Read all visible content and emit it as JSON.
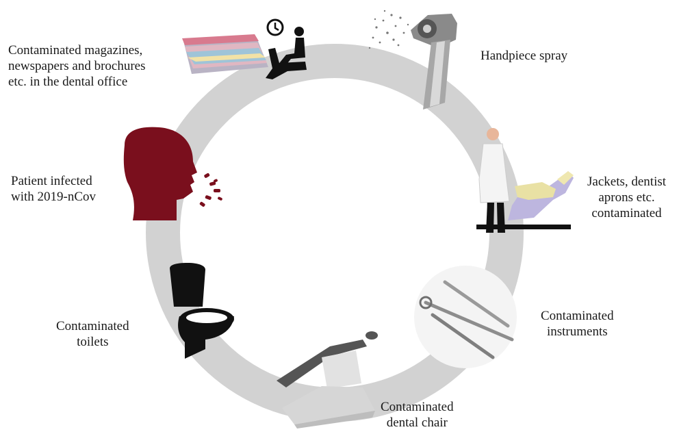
{
  "colors": {
    "ring": "#d2d2d2",
    "patient_head": "#7a0f1d",
    "toilet": "#111111",
    "instruments_bg": "#f4f4f4"
  },
  "labels": {
    "magazines": [
      "Contaminated magazines,",
      "newspapers and brochures",
      "etc. in the dental office"
    ],
    "handpiece": [
      "Handpiece spray"
    ],
    "jackets": [
      "Jackets, dentist",
      "aprons etc.",
      "contaminated"
    ],
    "patient": [
      "Patient infected",
      "with 2019-nCov"
    ],
    "instruments": [
      "Contaminated",
      "instruments"
    ],
    "toilets": [
      "Contaminated",
      "toilets"
    ],
    "chair": [
      "Contaminated",
      "dental chair"
    ]
  },
  "icons": {
    "magazines": "magazines-waiting-room-icon",
    "handpiece": "handpiece-spray-icon",
    "jackets": "dentist-jacket-icon",
    "patient": "infected-patient-head-icon",
    "instruments": "dental-instruments-icon",
    "toilets": "toilet-icon",
    "chair": "dental-chair-icon"
  }
}
